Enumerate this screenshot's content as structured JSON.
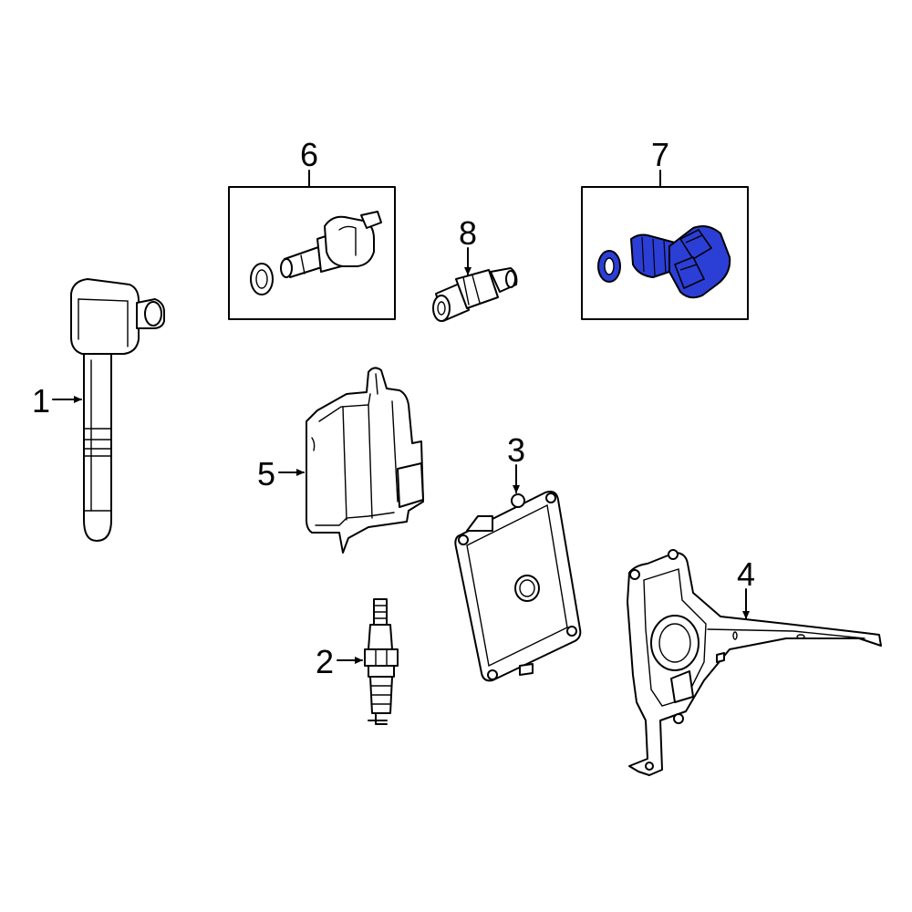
{
  "callouts": [
    {
      "id": "1",
      "text": "1"
    },
    {
      "id": "2",
      "text": "2"
    },
    {
      "id": "3",
      "text": "3"
    },
    {
      "id": "4",
      "text": "4"
    },
    {
      "id": "5",
      "text": "5"
    },
    {
      "id": "6",
      "text": "6"
    },
    {
      "id": "7",
      "text": "7"
    },
    {
      "id": "8",
      "text": "8"
    }
  ],
  "colors": {
    "highlight": "#2b3fd6",
    "line": "#000000",
    "background": "#ffffff"
  }
}
